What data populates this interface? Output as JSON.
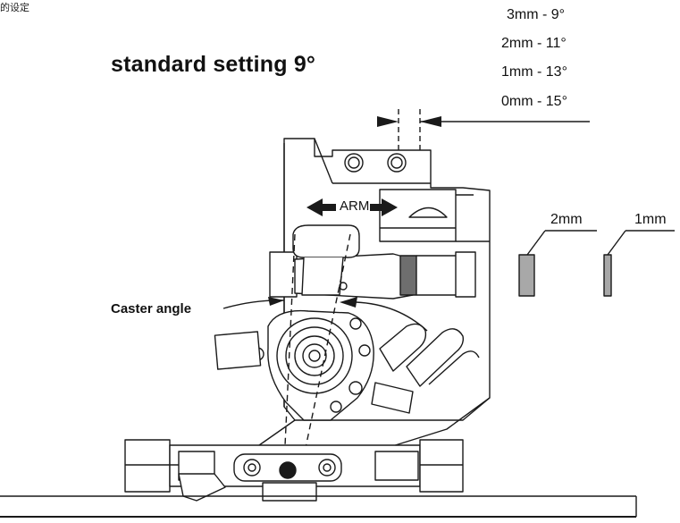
{
  "corner_text": "的设定",
  "title": "standard setting 9°",
  "settings": [
    "3mm - 9°",
    "2mm - 11°",
    "1mm - 13°",
    "0mm - 15°"
  ],
  "labels": {
    "arm": "ARM",
    "caster": "Caster angle",
    "shim_2mm": "2mm",
    "shim_1mm": "1mm"
  },
  "colors": {
    "line": "#1a1a1a",
    "shim_fill": "#a8a8a8",
    "shim_dark": "#6e6e6e"
  }
}
